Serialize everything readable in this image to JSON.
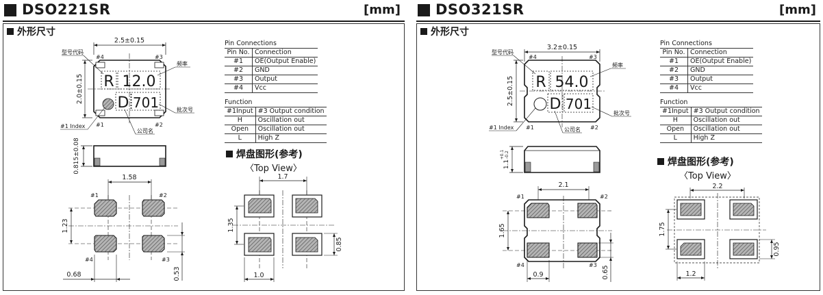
{
  "panels": [
    {
      "model": "DSO221SR",
      "unit": "[mm]",
      "outline_title": "外形尺寸",
      "top_view": {
        "width_dim": "2.5±0.15",
        "height_dim": "2.0±0.15",
        "marking_line1_prefix": "R",
        "marking_line1_value": "12.0",
        "marking_line2_prefix": "D",
        "marking_line2_value": "701",
        "label_model_code": "型号代码",
        "label_frequency": "频率",
        "label_batch": "批次号",
        "label_company": "公司名",
        "label_index": "#1 Index",
        "pin1": "#1",
        "pin2": "#2",
        "pin3": "#3",
        "pin4": "#4"
      },
      "side_view": {
        "height_dim": "0.815±0.08"
      },
      "bottom_view": {
        "dim_pitch_x": "1.58",
        "dim_pitch_y": "1.23",
        "dim_pad_w": "0.68",
        "dim_pad_h": "0.53",
        "pin1": "#1",
        "pin2": "#2",
        "pin3": "#3",
        "pin4": "#4"
      },
      "pin_table": {
        "caption": "Pin Connections",
        "headers": [
          "Pin No.",
          "Connection"
        ],
        "rows": [
          [
            "#1",
            "OE(Output Enable)"
          ],
          [
            "#2",
            "GND"
          ],
          [
            "#3",
            "Output"
          ],
          [
            "#4",
            "Vcc"
          ]
        ]
      },
      "function_table": {
        "caption": "Function",
        "headers": [
          "#1Input",
          "#3 Output condition"
        ],
        "rows": [
          [
            "H",
            "Oscillation out"
          ],
          [
            "Open",
            "Oscillation out"
          ],
          [
            "L",
            "High Z"
          ]
        ]
      },
      "land": {
        "title": "焊盘图形(参考)",
        "subtitle": "〈Top View〉",
        "dim_pitch_x": "1.7",
        "dim_pitch_y": "1.35",
        "dim_pad_w": "1.0",
        "dim_pad_h": "0.85"
      }
    },
    {
      "model": "DSO321SR",
      "unit": "[mm]",
      "outline_title": "外形尺寸",
      "top_view": {
        "width_dim": "3.2±0.15",
        "height_dim": "2.5±0.15",
        "marking_line1_prefix": "R",
        "marking_line1_value": "54.0",
        "marking_line2_prefix": "D",
        "marking_line2_value": "701",
        "label_model_code": "型号代码",
        "label_frequency": "频率",
        "label_batch": "批次号",
        "label_company": "公司名",
        "label_index": "#1 Index",
        "pin1": "#1",
        "pin2": "#2",
        "pin3": "#3",
        "pin4": "#4"
      },
      "side_view": {
        "height_dim": "1.1",
        "tol_plus": "+0.1",
        "tol_minus": "-0.2"
      },
      "bottom_view": {
        "dim_pitch_x": "2.1",
        "dim_pitch_y": "1.65",
        "dim_pad_w": "0.9",
        "dim_pad_h": "0.65",
        "pin1": "#1",
        "pin2": "#2",
        "pin3": "#3",
        "pin4": "#4"
      },
      "pin_table": {
        "caption": "Pin Connections",
        "headers": [
          "Pin No.",
          "Connection"
        ],
        "rows": [
          [
            "#1",
            "OE(Output Enable)"
          ],
          [
            "#2",
            "GND"
          ],
          [
            "#3",
            "Output"
          ],
          [
            "#4",
            "Vcc"
          ]
        ]
      },
      "function_table": {
        "caption": "Function",
        "headers": [
          "#1Input",
          "#3 Output condition"
        ],
        "rows": [
          [
            "H",
            "Oscillation out"
          ],
          [
            "Open",
            "Oscillation out"
          ],
          [
            "L",
            "High Z"
          ]
        ]
      },
      "land": {
        "title": "焊盘图形(参考)",
        "subtitle": "〈Top View〉",
        "dim_pitch_x": "2.2",
        "dim_pitch_y": "1.75",
        "dim_pad_w": "1.2",
        "dim_pad_h": "0.95"
      }
    }
  ],
  "colors": {
    "line": "#1a1a1a",
    "pad_fill": "#9a9a9a",
    "background": "#ffffff"
  }
}
